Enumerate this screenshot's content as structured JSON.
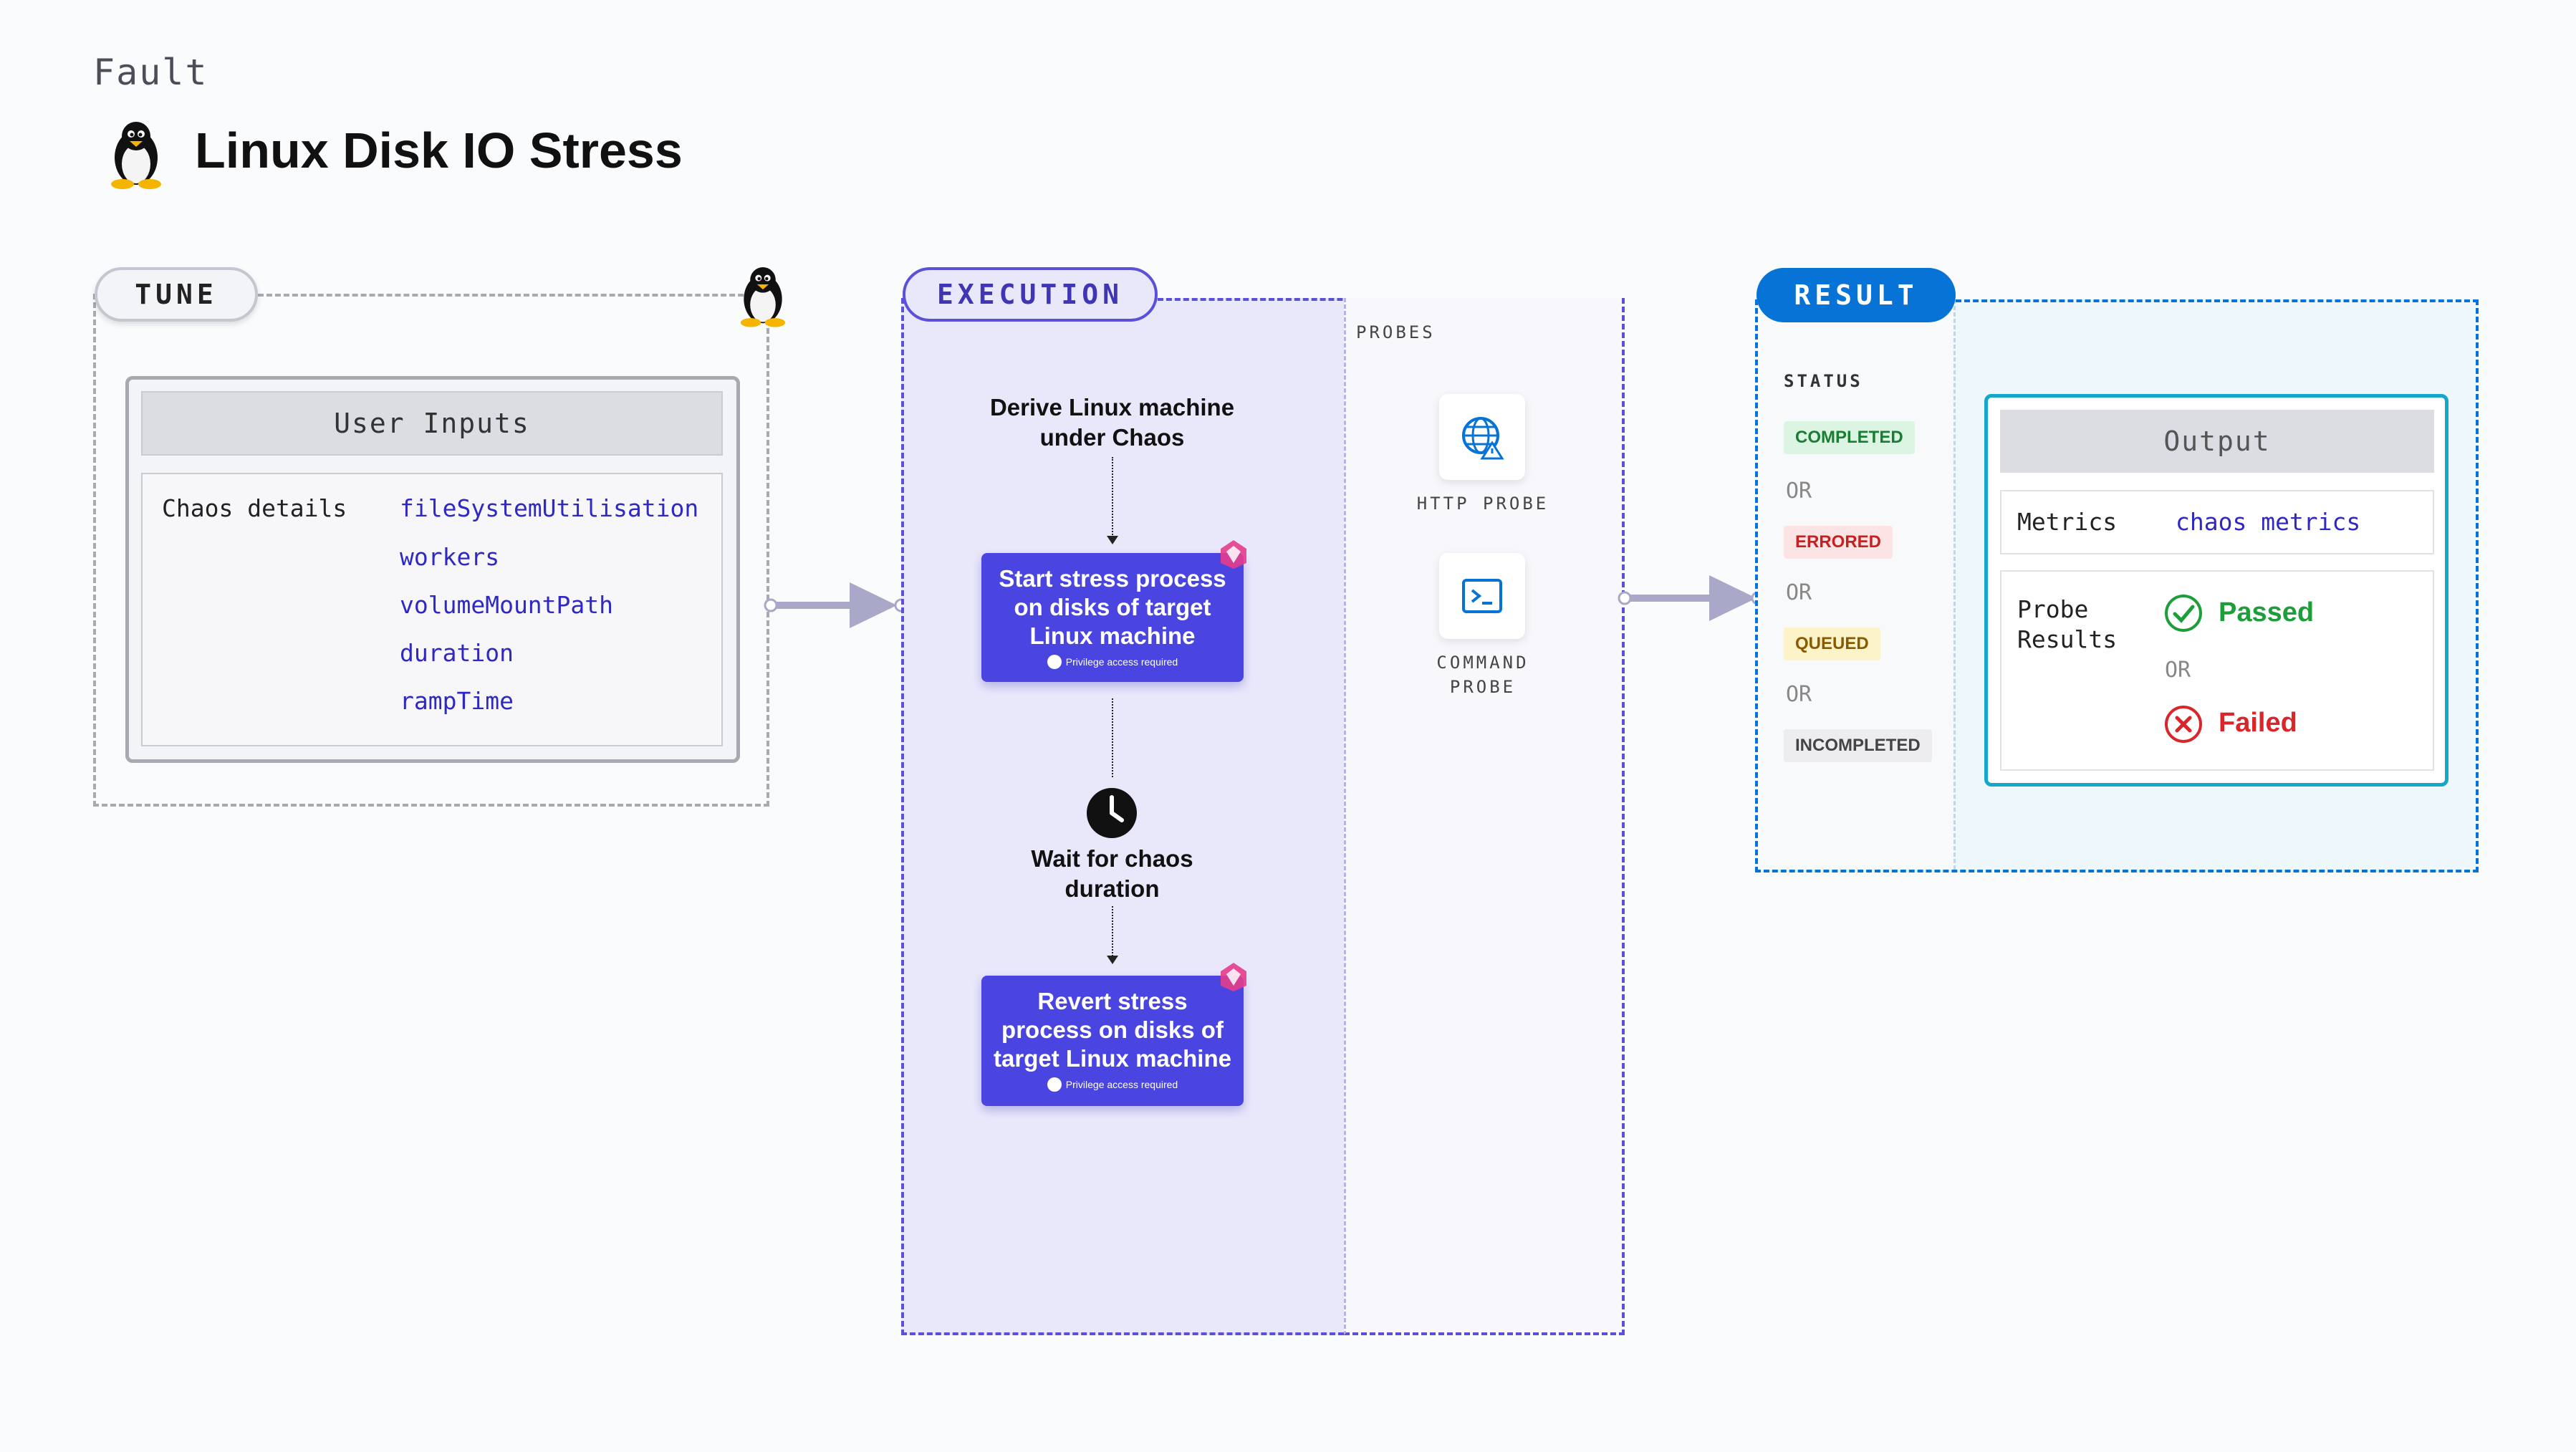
{
  "header": {
    "fault_label": "Fault",
    "title": "Linux Disk IO Stress"
  },
  "tune": {
    "label": "TUNE",
    "user_inputs_title": "User Inputs",
    "chaos_details_label": "Chaos details",
    "params": [
      "fileSystemUtilisation",
      "workers",
      "volumeMountPath",
      "duration",
      "rampTime"
    ]
  },
  "execution": {
    "label": "EXECUTION",
    "derive_text_1": "Derive Linux machine",
    "derive_text_2": "under Chaos",
    "step1": {
      "line1": "Start stress process",
      "line2": "on disks of target",
      "line3": "Linux machine"
    },
    "wait_text_1": "Wait for chaos",
    "wait_text_2": "duration",
    "step2": {
      "line1": "Revert stress",
      "line2": "process on disks of",
      "line3": "target Linux machine"
    },
    "privilege_note": "Privilege access required"
  },
  "probes": {
    "label": "PROBES",
    "http_probe": "HTTP PROBE",
    "command_probe_1": "COMMAND",
    "command_probe_2": "PROBE"
  },
  "result": {
    "label": "RESULT",
    "status_label": "STATUS",
    "statuses": [
      "COMPLETED",
      "ERRORED",
      "QUEUED",
      "INCOMPLETED"
    ],
    "or_text": "OR",
    "output_title": "Output",
    "metrics_label": "Metrics",
    "metrics_value": "chaos metrics",
    "probe_results_1": "Probe",
    "probe_results_2": "Results",
    "passed": "Passed",
    "failed": "Failed"
  },
  "colors": {
    "execution_accent": "#5b51d8",
    "step_box": "#4a45e0",
    "result_accent": "#0873d6",
    "completed_bg": "#dcf5e2",
    "completed_text": "#1a7d35",
    "errored_bg": "#fde4e4",
    "errored_text": "#c42222",
    "queued_bg": "#fdf3c8",
    "queued_text": "#8a5a00",
    "incompleted_bg": "#ececf1",
    "incompleted_text": "#444",
    "passed": "#1e9e3a",
    "failed": "#d8262b"
  }
}
